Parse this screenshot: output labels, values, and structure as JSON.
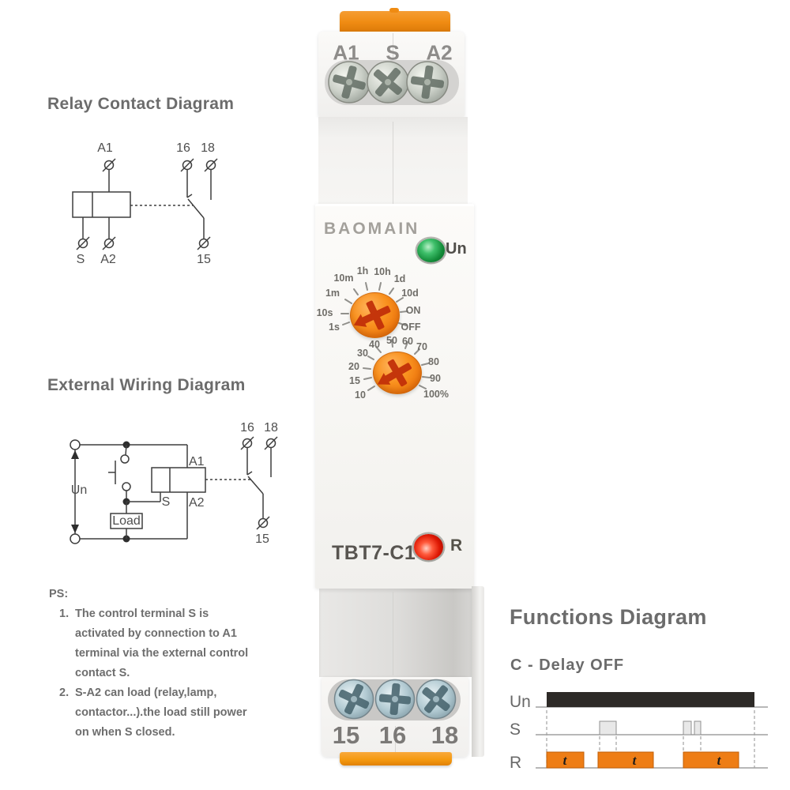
{
  "sections": {
    "relay_contact": {
      "title": "Relay Contact Diagram",
      "labels": {
        "a1": "A1",
        "t16": "16",
        "t18": "18",
        "s": "S",
        "a2": "A2",
        "t15": "15"
      }
    },
    "external_wiring": {
      "title": "External Wiring Diagram",
      "labels": {
        "t16": "16",
        "t18": "18",
        "un": "Un",
        "a1": "A1",
        "s": "S",
        "a2": "A2",
        "t15": "15",
        "load": "Load"
      }
    },
    "notes": {
      "heading": "PS:",
      "items": [
        {
          "num": "1.",
          "text": "The control terminal S is activated by connection to A1 terminal via the external control contact S."
        },
        {
          "num": "2.",
          "text": "S-A2 can load (relay,lamp, contactor...).the load still power on when S closed."
        }
      ]
    },
    "functions": {
      "title": "Functions Diagram",
      "subtitle": "C - Delay OFF",
      "rows": {
        "un": "Un",
        "s": "S",
        "r": "R"
      },
      "t_label": "t"
    }
  },
  "device": {
    "brand": "BAOMAIN",
    "model": "TBT7-C1",
    "top_terminals": [
      "A1",
      "S",
      "A2"
    ],
    "bottom_terminals": [
      "15",
      "16",
      "18"
    ],
    "led_power_label": "Un",
    "led_relay_label": "R",
    "dial1_labels": [
      "1s",
      "10s",
      "1m",
      "10m",
      "1h",
      "10h",
      "1d",
      "10d",
      "ON",
      "OFF"
    ],
    "dial2_labels": [
      "10",
      "15",
      "20",
      "30",
      "40",
      "50",
      "60",
      "70",
      "80",
      "90",
      "100%"
    ],
    "colors": {
      "body": "#f6f5f3",
      "clip_orange": "#f08c13",
      "knob_orange": "#f68a1e",
      "pointer_red": "#c23009",
      "led_green": "#128a38",
      "led_red": "#dd1703"
    }
  }
}
